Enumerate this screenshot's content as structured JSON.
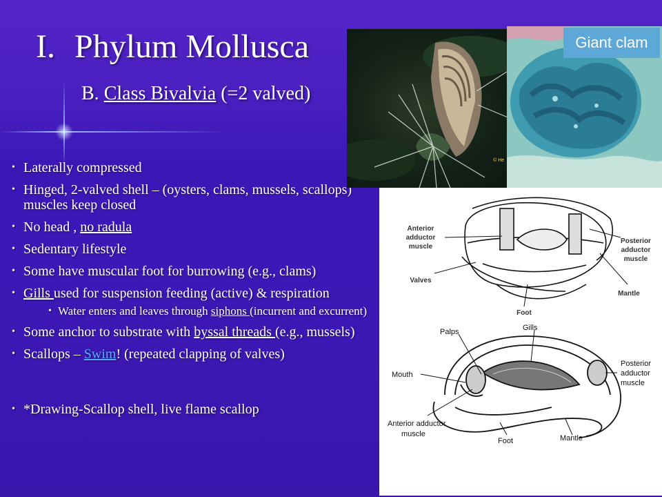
{
  "slide": {
    "title_num": "I.",
    "title_text": "Phylum Mollusca",
    "subtitle_prefix": "B. ",
    "subtitle_class": "Class Bivalvia",
    "subtitle_suffix": " (=2 valved)"
  },
  "bullets": {
    "b1": "Laterally compressed",
    "b2": "Hinged, 2-valved shell – (oysters, clams, mussels, scallops) muscles keep closed",
    "b3_a": "No head , ",
    "b3_b": "no radula",
    "b4": "Sedentary lifestyle",
    "b5": "Some have muscular foot for burrowing (e.g., clams)",
    "b6_a": "Gills ",
    "b6_b": "used for suspension feeding (active) & respiration",
    "b7_a": "Water enters and leaves through ",
    "b7_b": "siphons ",
    "b7_c": "(incurrent and excurrent)",
    "b8_a": "Some anchor to substrate with ",
    "b8_b": "byssal threads ",
    "b8_c": "(e.g., mussels)",
    "b9_a": "Scallops – ",
    "b9_b": "Swim",
    "b9_c": "! (repeated clapping of valves)",
    "b10": "*Drawing-Scallop shell, live flame scallop"
  },
  "images": {
    "giant_clam_label": "Giant clam",
    "photo_copyright": "© He"
  },
  "diagram": {
    "top": {
      "anterior_1": "Anterior",
      "anterior_2": "adductor",
      "anterior_3": "muscle",
      "posterior_1": "Posterior",
      "posterior_2": "adductor",
      "posterior_3": "muscle",
      "valves": "Valves",
      "mantle": "Mantle",
      "foot": "Foot"
    },
    "bottom": {
      "palps": "Palps",
      "gills": "Gills",
      "mouth": "Mouth",
      "posterior_1": "Posterior",
      "posterior_2": "adductor",
      "posterior_3": "muscle",
      "anterior_1": "Anterior adductor",
      "anterior_2": "muscle",
      "foot": "Foot",
      "mantle": "Mantle"
    }
  },
  "colors": {
    "background": "#3a14b0",
    "link": "#55aaff",
    "label_box": "#5ea8d8"
  },
  "icons": {
    "bullet": "bullet-dot"
  }
}
